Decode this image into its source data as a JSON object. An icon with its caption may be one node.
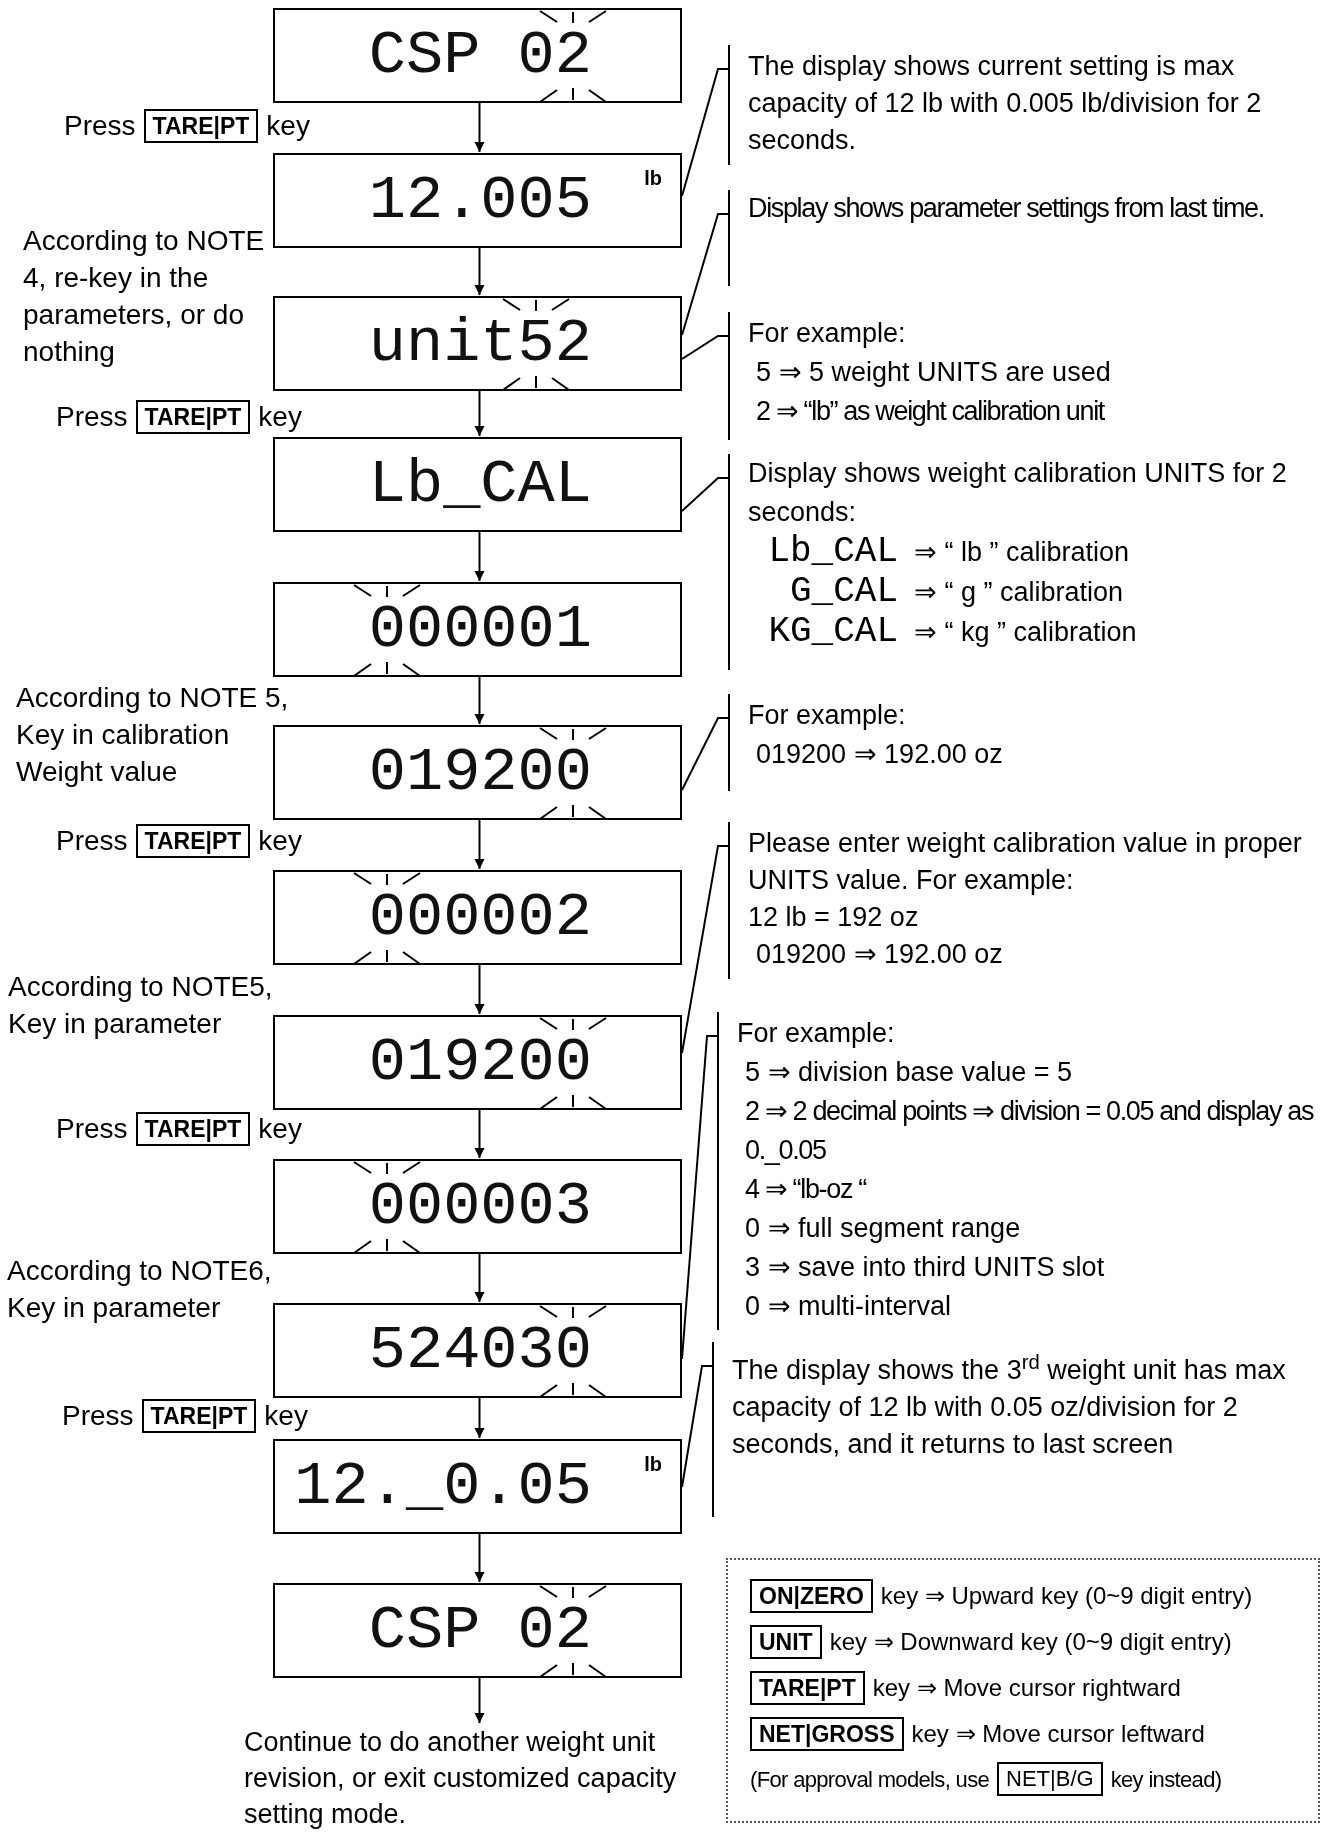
{
  "diagram": {
    "nodes": [
      {
        "text": [
          "CSP 02"
        ]
      },
      {
        "text": [
          "12.005",
          "lb"
        ]
      },
      {
        "text": [
          "unit52"
        ]
      },
      {
        "text": [
          "Lb_CAL"
        ]
      },
      {
        "text": [
          "000001"
        ]
      },
      {
        "text": [
          "019200"
        ]
      },
      {
        "text": [
          "000002"
        ]
      },
      {
        "text": [
          "019200"
        ]
      },
      {
        "text": [
          "000003"
        ]
      },
      {
        "text": [
          "524030"
        ]
      },
      {
        "text": [
          "12._0.05",
          "lb"
        ]
      },
      {
        "text": [
          "CSP 02"
        ]
      },
      {
        "text": [
          "Continue to do another weight unit revision, or exit customized capacity setting mode."
        ]
      },
      {
        "text": [
          "The display shows current setting is max capacity of 12 lb with 0.005 lb/division for 2 seconds."
        ]
      },
      {
        "text": [
          "Display shows parameter settings from last time."
        ]
      },
      {
        "text": [
          "For example:",
          "5 ⇒ 5 weight UNITS are used",
          "2 ⇒ “lb” as weight calibration unit"
        ]
      },
      {
        "text": [
          "Display shows weight calibration UNITS for 2 seconds:",
          "Lb_CAL",
          "⇒ “ lb ” calibration",
          "G_CAL",
          "⇒ “ g ” calibration",
          "KG_CAL",
          "⇒ “ kg ” calibration"
        ]
      },
      {
        "text": [
          "For example:",
          "019200 ⇒ 192.00 oz"
        ]
      },
      {
        "text": [
          "Please enter weight calibration value in proper UNITS value. For example:",
          "12 lb = 192 oz",
          "019200 ⇒ 192.00 oz"
        ]
      },
      {
        "text": [
          "For example:",
          "5 ⇒ division base value = 5",
          "2 ⇒ 2 decimal points ⇒ division = 0.05 and display as 0._0.05",
          "4 ⇒ “lb-oz “",
          "0 ⇒ full segment range",
          "3 ⇒ save into third UNITS slot",
          "0 ⇒ multi-interval"
        ]
      },
      {
        "text": [
          "The display shows the 3$^{rd}$ weight unit has max capacity of 12 lb with 0.05 oz/division for 2 seconds, and it returns to last screen"
        ]
      },
      {
        "text": [
          "ON|ZERO",
          "key ⇒ Upward key (0~9 digit entry)",
          "UNIT",
          "key ⇒ Downward key (0~9 digit entry)",
          "TARE|PT",
          "key ⇒ Move cursor rightward",
          "NET|GROSS",
          "key ⇒ Move cursor leftward",
          "(For approval models, use",
          "NET|B/G",
          "key instead)"
        ]
      }
    ],
    "edges": [
      {
        "from": 0,
        "to": 1,
        "arrow": "to"
      },
      {
        "from": 1,
        "to": 2,
        "arrow": "to"
      },
      {
        "from": 2,
        "to": 3,
        "arrow": "to"
      },
      {
        "from": 3,
        "to": 4,
        "arrow": "to"
      },
      {
        "from": 4,
        "to": 5,
        "arrow": "to"
      },
      {
        "from": 5,
        "to": 6,
        "arrow": "to"
      },
      {
        "from": 6,
        "to": 7,
        "arrow": "to"
      },
      {
        "from": 7,
        "to": 8,
        "arrow": "to"
      },
      {
        "from": 8,
        "to": 9,
        "arrow": "to"
      },
      {
        "from": 9,
        "to": 10,
        "arrow": "to"
      },
      {
        "from": 10,
        "to": 11,
        "arrow": "to"
      },
      {
        "from": 11,
        "to": 12,
        "arrow": "to"
      },
      {
        "from": 13,
        "to": 1,
        "arrow": "none"
      },
      {
        "from": 14,
        "to": 2,
        "arrow": "none"
      },
      {
        "from": 15,
        "to": 2,
        "arrow": "none"
      },
      {
        "from": 16,
        "to": 3,
        "arrow": "none"
      },
      {
        "from": 17,
        "to": 5,
        "arrow": "none"
      },
      {
        "from": 18,
        "to": 7,
        "arrow": "none"
      },
      {
        "from": 19,
        "to": 9,
        "arrow": "none"
      },
      {
        "from": 20,
        "to": 10,
        "arrow": "none"
      }
    ],
    "labels": [
      "Press",
      "TARE|PT",
      "key",
      "According to NOTE 4, re-key in the parameters, or do nothing",
      "Press",
      "TARE|PT",
      "key",
      "According to NOTE 5, Key in calibration Weight value",
      "Press",
      "TARE|PT",
      "key",
      "According to NOTE5, Key in parameter",
      "Press",
      "TARE|PT",
      "key",
      "According to NOTE6, Key in parameter",
      "Press",
      "TARE|PT",
      "key"
    ]
  }
}
